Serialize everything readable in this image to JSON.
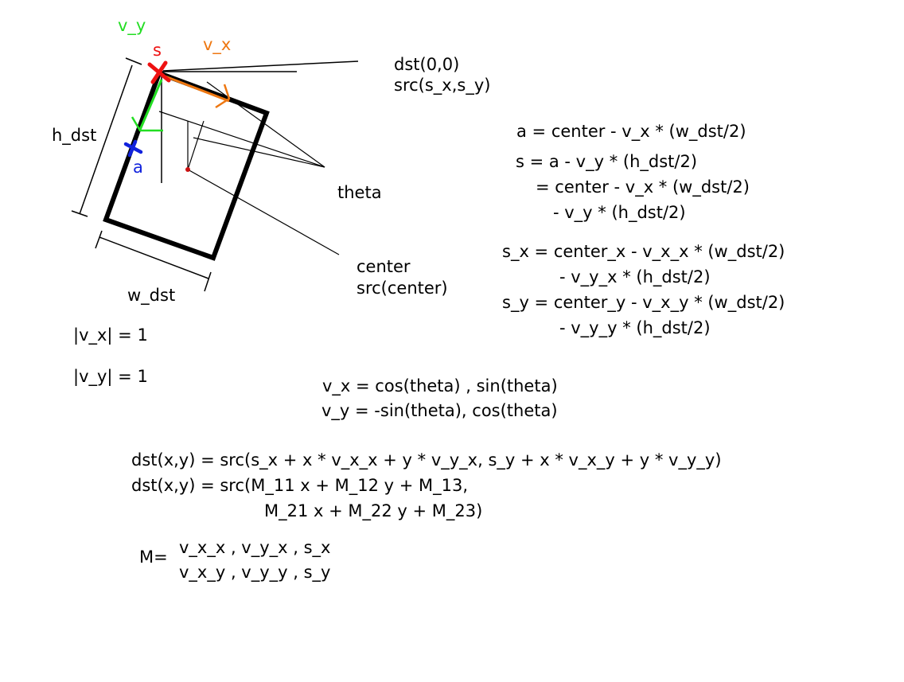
{
  "colors": {
    "ink": "#000000",
    "s_marker": "#ee1111",
    "a_marker": "#1122dd",
    "v_x_arrow": "#ee7711",
    "v_y_arrow": "#22dd22"
  },
  "diagram": {
    "labels": {
      "v_y": "v_y",
      "v_x": "v_x",
      "s": "s",
      "a": "a",
      "h_dst": "h_dst",
      "w_dst": "w_dst",
      "theta": "theta",
      "dst_origin": "dst(0,0)",
      "src_s": "src(s_x,s_y)",
      "center": "center",
      "src_center": "src(center)"
    },
    "norms": [
      "|v_x| = 1",
      "|v_y| = 1"
    ]
  },
  "equations": {
    "a_eq": "a = center - v_x * (w_dst/2)",
    "s_eq_1": "s = a - v_y * (h_dst/2)",
    "s_eq_2": "= center - v_x * (w_dst/2)",
    "s_eq_3": "- v_y * (h_dst/2)",
    "sx_eq_1": "s_x = center_x - v_x_x * (w_dst/2)",
    "sx_eq_2": "- v_y_x * (h_dst/2)",
    "sy_eq_1": "s_y = center_y - v_x_y * (w_dst/2)",
    "sy_eq_2": "- v_y_y * (h_dst/2)",
    "vx_def": "v_x = cos(theta) , sin(theta)",
    "vy_def": "v_y = -sin(theta), cos(theta)",
    "dst_eq_1": "dst(x,y) = src(s_x + x * v_x_x + y * v_y_x, s_y + x * v_x_y + y * v_y_y)",
    "dst_eq_2": "dst(x,y) = src(M_11 x + M_12 y + M_13,",
    "dst_eq_3": "M_21 x + M_22 y + M_23)",
    "m_label": "M=",
    "m_row_1": "v_x_x , v_y_x , s_x",
    "m_row_2": "v_x_y , v_y_y , s_y"
  }
}
